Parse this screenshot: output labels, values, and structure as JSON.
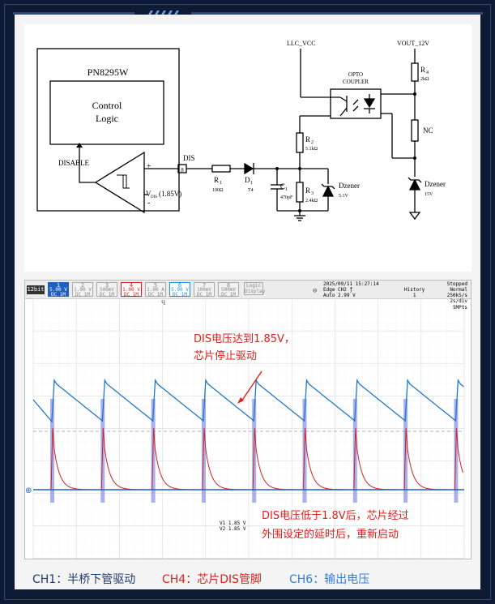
{
  "schematic": {
    "ic_name": "PN8295W",
    "control_logic_line1": "Control",
    "control_logic_line2": "Logic",
    "disable_label": "DISABLE",
    "vdis_label": "V",
    "vdis_sub": "DIS",
    "vdis_value": "(1.85V)",
    "dis_pin_label": "DIS",
    "pin_number": "8",
    "plus_sign": "+",
    "minus_sign": "-",
    "r1_name": "R",
    "r1_sub": "1",
    "r1_value": "100Ω",
    "d1_name": "D",
    "d1_sub": "1",
    "d1_value": "T4",
    "c1_name": "C",
    "c1_sub": "1",
    "c1_value": "470pF",
    "r2_name": "R",
    "r2_sub": "2",
    "r2_value": "5.1kΩ",
    "r3_name": "R",
    "r3_sub": "3",
    "r3_value": "2.4kΩ",
    "dzener1_name": "Dzener",
    "dzener1_value": "5.1V",
    "llc_vcc": "LLC_VCC",
    "opto_line1": "OPTO",
    "opto_line2": "COUPLER",
    "vout": "VOUT_12V",
    "r4_name": "R",
    "r4_sub": "4",
    "r4_value": "2kΩ",
    "nc_label": "NC",
    "dzener2_name": "Dzener",
    "dzener2_value": "15V"
  },
  "scope": {
    "badge": "12bit",
    "channels": [
      {
        "num": "1",
        "v1": "5.00 V",
        "v2": "DC 1M",
        "color": "#1f5fbf",
        "active": true
      },
      {
        "num": "2",
        "v1": "1.00 V",
        "v2": "DC 1M",
        "color": "#999999",
        "active": false
      },
      {
        "num": "3",
        "v1": "500mV",
        "v2": "DC 1M",
        "color": "#999999",
        "active": false
      },
      {
        "num": "4",
        "v1": "1.00 V",
        "v2": "DC 1M",
        "color": "#d42020",
        "active": true
      },
      {
        "num": "5",
        "v1": "1.00 A",
        "v2": "DC 1M",
        "color": "#999999",
        "active": false
      },
      {
        "num": "6",
        "v1": "5.00 V",
        "v2": "DC 1M",
        "color": "#1f8fe0",
        "active": true
      },
      {
        "num": "7",
        "v1": "100mV",
        "v2": "DC 1M",
        "color": "#999999",
        "active": false
      },
      {
        "num": "8",
        "v1": "500mV",
        "v2": "DC 1M",
        "color": "#999999",
        "active": false
      }
    ],
    "logic_label": "Logic",
    "logic_sub": "Display",
    "timestamp": "2025/09/11 15:27:14",
    "trigger_line1": "Edge CH2 ƒ",
    "trigger_line2": "Auto  2.99 V",
    "history_label": "History",
    "history_value": "1",
    "mode_label": "Stopped",
    "mode_line2": "Normal",
    "sample_rate": "250kS/s",
    "time_div": "2s/div",
    "points": "5MPts",
    "cursor_v1": "V1    1.85 V",
    "cursor_v2": "V2    1.85 V",
    "annotation_top_line1": "DIS电压达到1.85V，",
    "annotation_top_line2": "芯片停止驱动",
    "annotation_bottom_line1": "DIS电压低于1.8V后，芯片经过",
    "annotation_bottom_line2": "外围设定的延时后，重新启动"
  },
  "legend": {
    "ch1": "CH1：半桥下管驱动",
    "ch4": "CH4：芯片DIS管脚",
    "ch6": "CH6：输出电压",
    "ch1_color": "#1f3a6e",
    "ch4_color": "#e0201b",
    "ch6_color": "#2e7fd6"
  }
}
